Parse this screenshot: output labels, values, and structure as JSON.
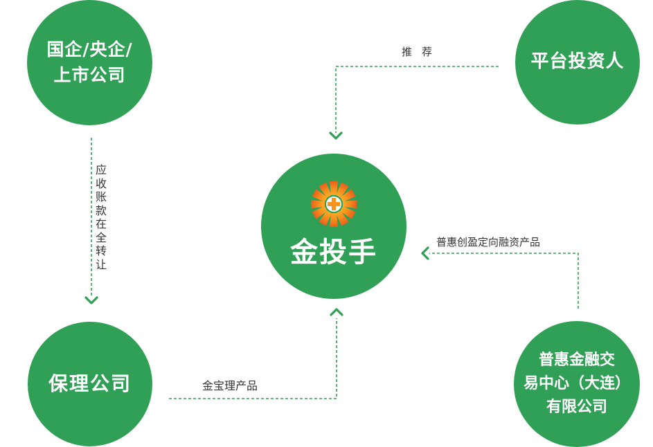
{
  "nodes": {
    "soe": "国企/央企/\n上市公司",
    "investor": "平台投资人",
    "center": "金投手",
    "factoring": "保理公司",
    "puhui": "普惠金融交\n易中心（大连）\n有限公司"
  },
  "edges": {
    "recommend": "推荐",
    "receivables": "应收账款在全转让",
    "gold_product": "金宝理产品",
    "puhui_product": "普惠创盈定向融资产品"
  },
  "colors": {
    "circle": "#2fa055",
    "connector": "#2fa055",
    "logo_orange": "#f5821f"
  },
  "icons": {
    "logo": "sun-logo-icon"
  }
}
